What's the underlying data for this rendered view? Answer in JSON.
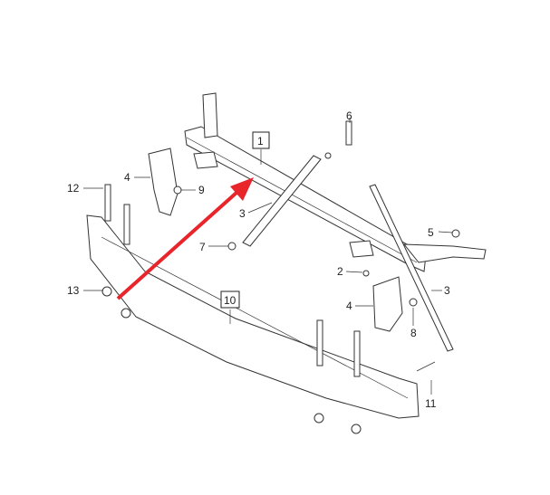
{
  "diagram": {
    "arrow_color": "#e8252a",
    "callouts": [
      {
        "id": "1",
        "boxed": true
      },
      {
        "id": "2",
        "boxed": false
      },
      {
        "id": "3",
        "boxed": false
      },
      {
        "id": "3",
        "boxed": false
      },
      {
        "id": "4",
        "boxed": false
      },
      {
        "id": "4",
        "boxed": false
      },
      {
        "id": "5",
        "boxed": false
      },
      {
        "id": "6",
        "boxed": false
      },
      {
        "id": "7",
        "boxed": false
      },
      {
        "id": "8",
        "boxed": false
      },
      {
        "id": "9",
        "boxed": false
      },
      {
        "id": "10",
        "boxed": true
      },
      {
        "id": "11",
        "boxed": false
      },
      {
        "id": "12",
        "boxed": false
      },
      {
        "id": "13",
        "boxed": false
      }
    ]
  }
}
